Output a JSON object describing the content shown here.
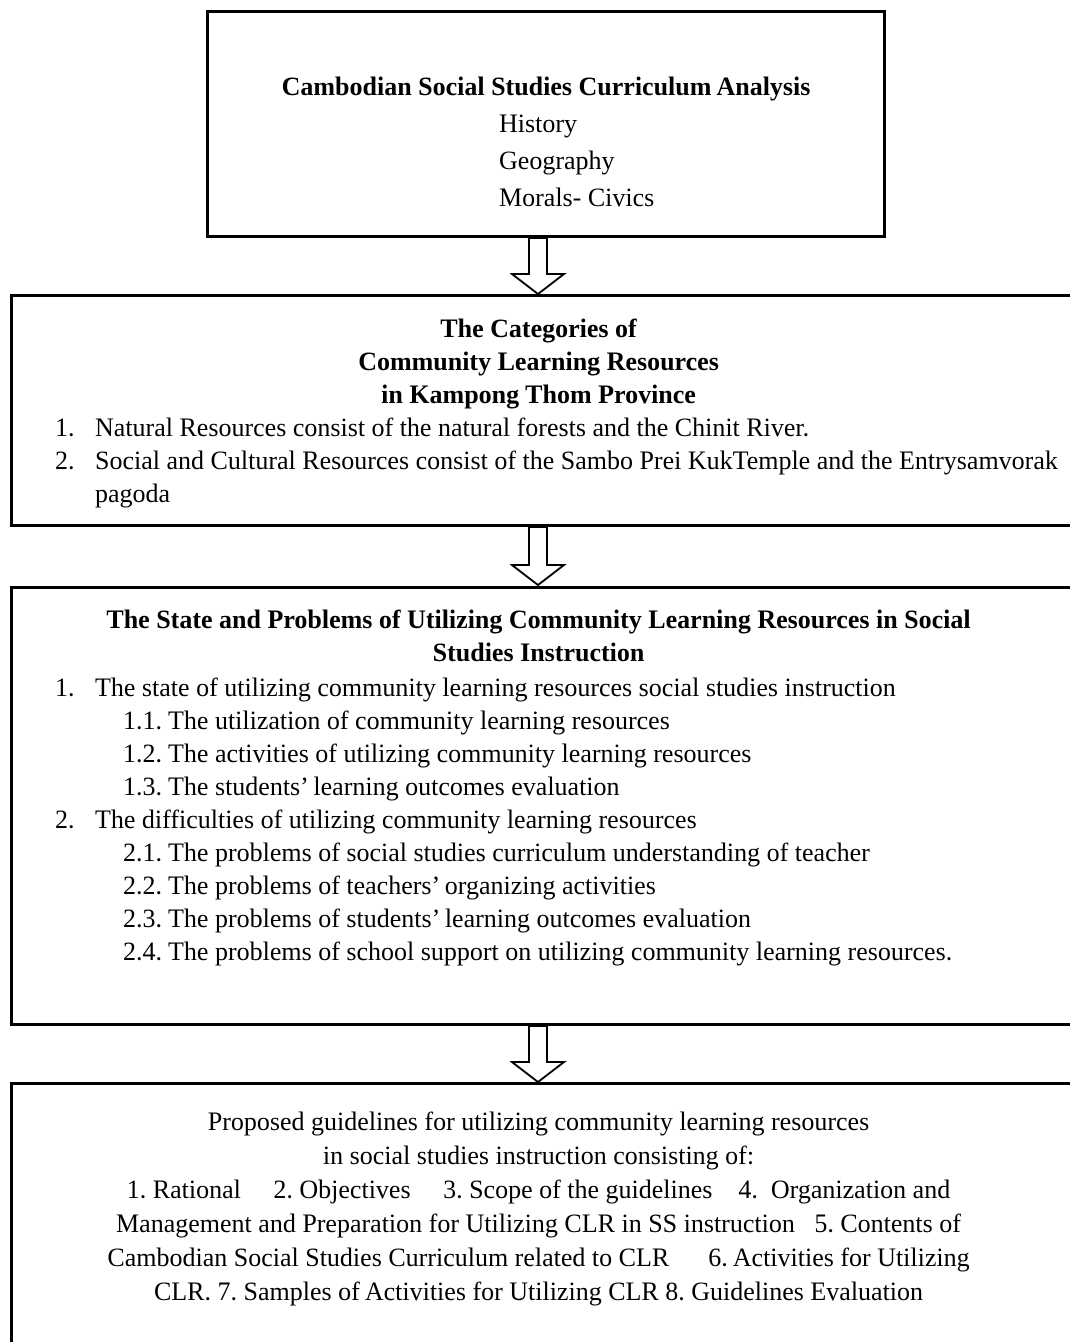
{
  "box1": {
    "title": "Cambodian Social Studies Curriculum Analysis",
    "subjects": [
      "History",
      "Geography",
      "Morals- Civics"
    ]
  },
  "box2": {
    "title_lines": [
      "The Categories of",
      "Community Learning Resources",
      "in Kampong Thom Province"
    ],
    "items": [
      {
        "num": "1.",
        "text": "Natural Resources consist of the natural forests and the Chinit River."
      },
      {
        "num": "2.",
        "text": "Social and Cultural Resources consist of the Sambo Prei KukTemple and the Entrysamvorak pagoda"
      }
    ]
  },
  "box3": {
    "title_lines": [
      "The State and Problems of Utilizing Community Learning Resources in Social",
      "Studies Instruction"
    ],
    "item1": {
      "num": "1.",
      "text": "The state of utilizing community learning resources social studies instruction",
      "subs": [
        "1.1. The utilization of community learning resources",
        "1.2. The activities of utilizing community learning resources",
        "1.3. The students’ learning outcomes evaluation"
      ]
    },
    "item2": {
      "num": "2.",
      "text": "The difficulties of utilizing community learning resources",
      "subs": [
        "2.1. The problems of social studies curriculum understanding of teacher",
        "2.2. The problems of teachers’ organizing activities",
        "2.3. The problems of students’ learning outcomes evaluation",
        "2.4. The problems of school support on utilizing community learning resources."
      ]
    }
  },
  "box4": {
    "lines": [
      "Proposed guidelines for utilizing community learning resources",
      "in social studies instruction consisting of:",
      "1. Rational     2. Objectives     3. Scope of the guidelines    4.  Organization and",
      "Management and Preparation for Utilizing CLR in SS instruction   5. Contents of",
      "Cambodian Social Studies Curriculum related to CLR      6. Activities for Utilizing",
      "CLR. 7. Samples of Activities for Utilizing CLR 8. Guidelines Evaluation"
    ]
  }
}
